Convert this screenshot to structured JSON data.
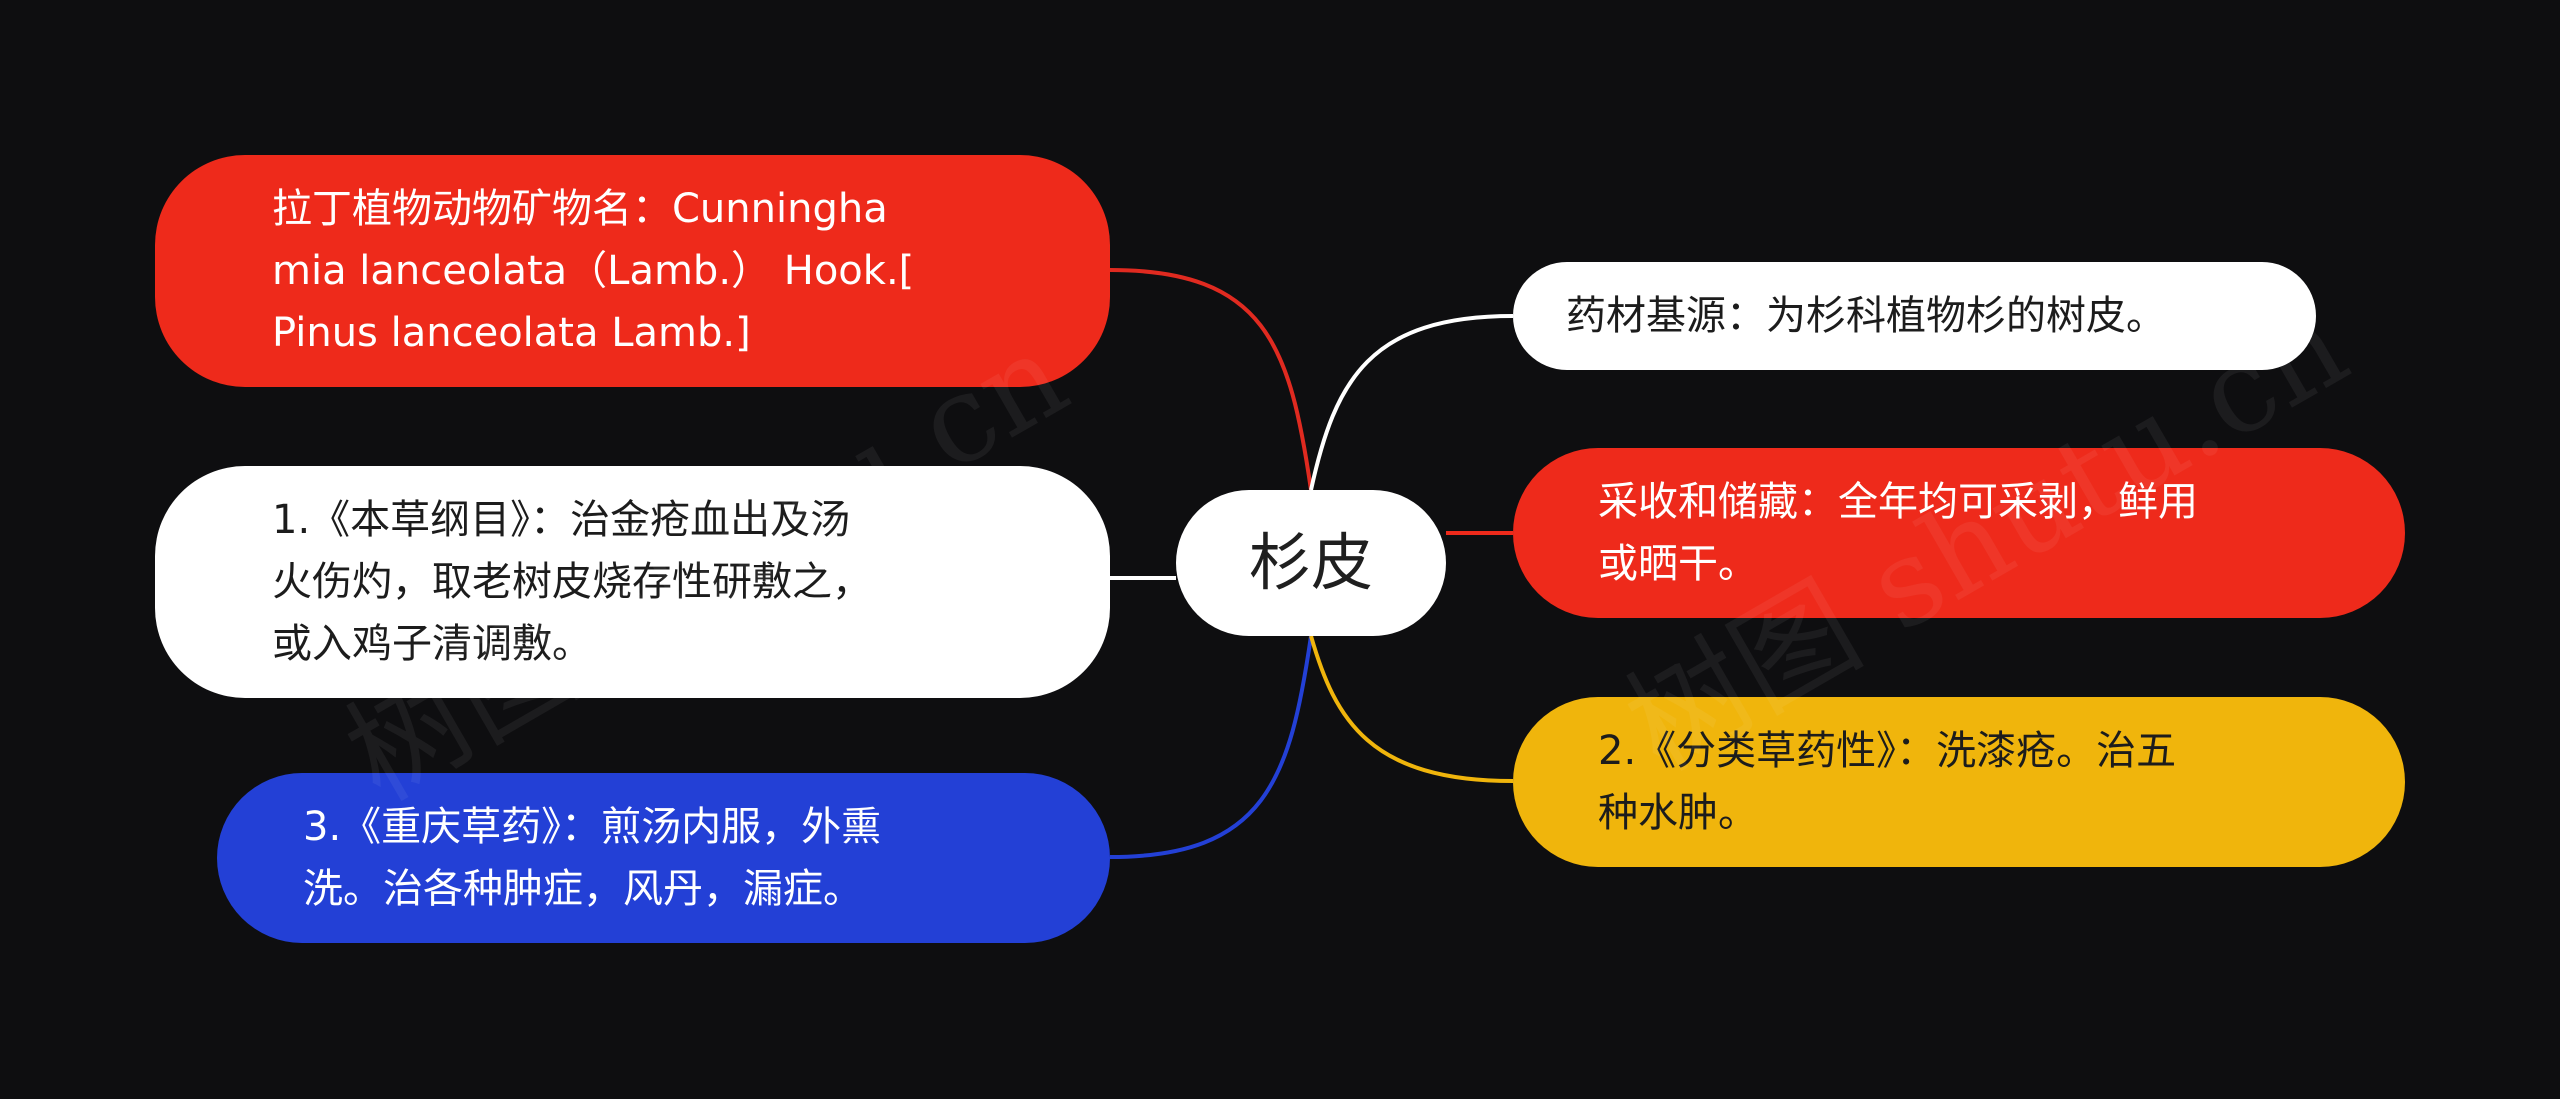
{
  "center": {
    "label": "杉皮"
  },
  "branches": {
    "latin_name": "拉丁植物动物矿物名：Cunningha\nmia lanceolata（Lamb.） Hook.[\nPinus lanceolata Lamb.]",
    "bencao": "1.《本草纲目》：治金疮血出及汤\n火伤灼，取老树皮烧存性研敷之，\n或入鸡子清调敷。",
    "chongqing": "3.《重庆草药》：煎汤内服，外熏\n洗。治各种肿症，风丹，漏症。",
    "source": "药材基源：为杉科植物杉的树皮。",
    "harvest": "采收和储藏：全年均可采剥，鲜用\n或晒干。",
    "classify": "2.《分类草药性》：洗漆疮。治五\n种水肿。"
  },
  "watermark": "树图 shutu.cn",
  "colors": {
    "background": "#0e0e10",
    "red": "#ee2a1b",
    "white": "#ffffff",
    "blue": "#2340d6",
    "yellow": "#f0b50c"
  }
}
